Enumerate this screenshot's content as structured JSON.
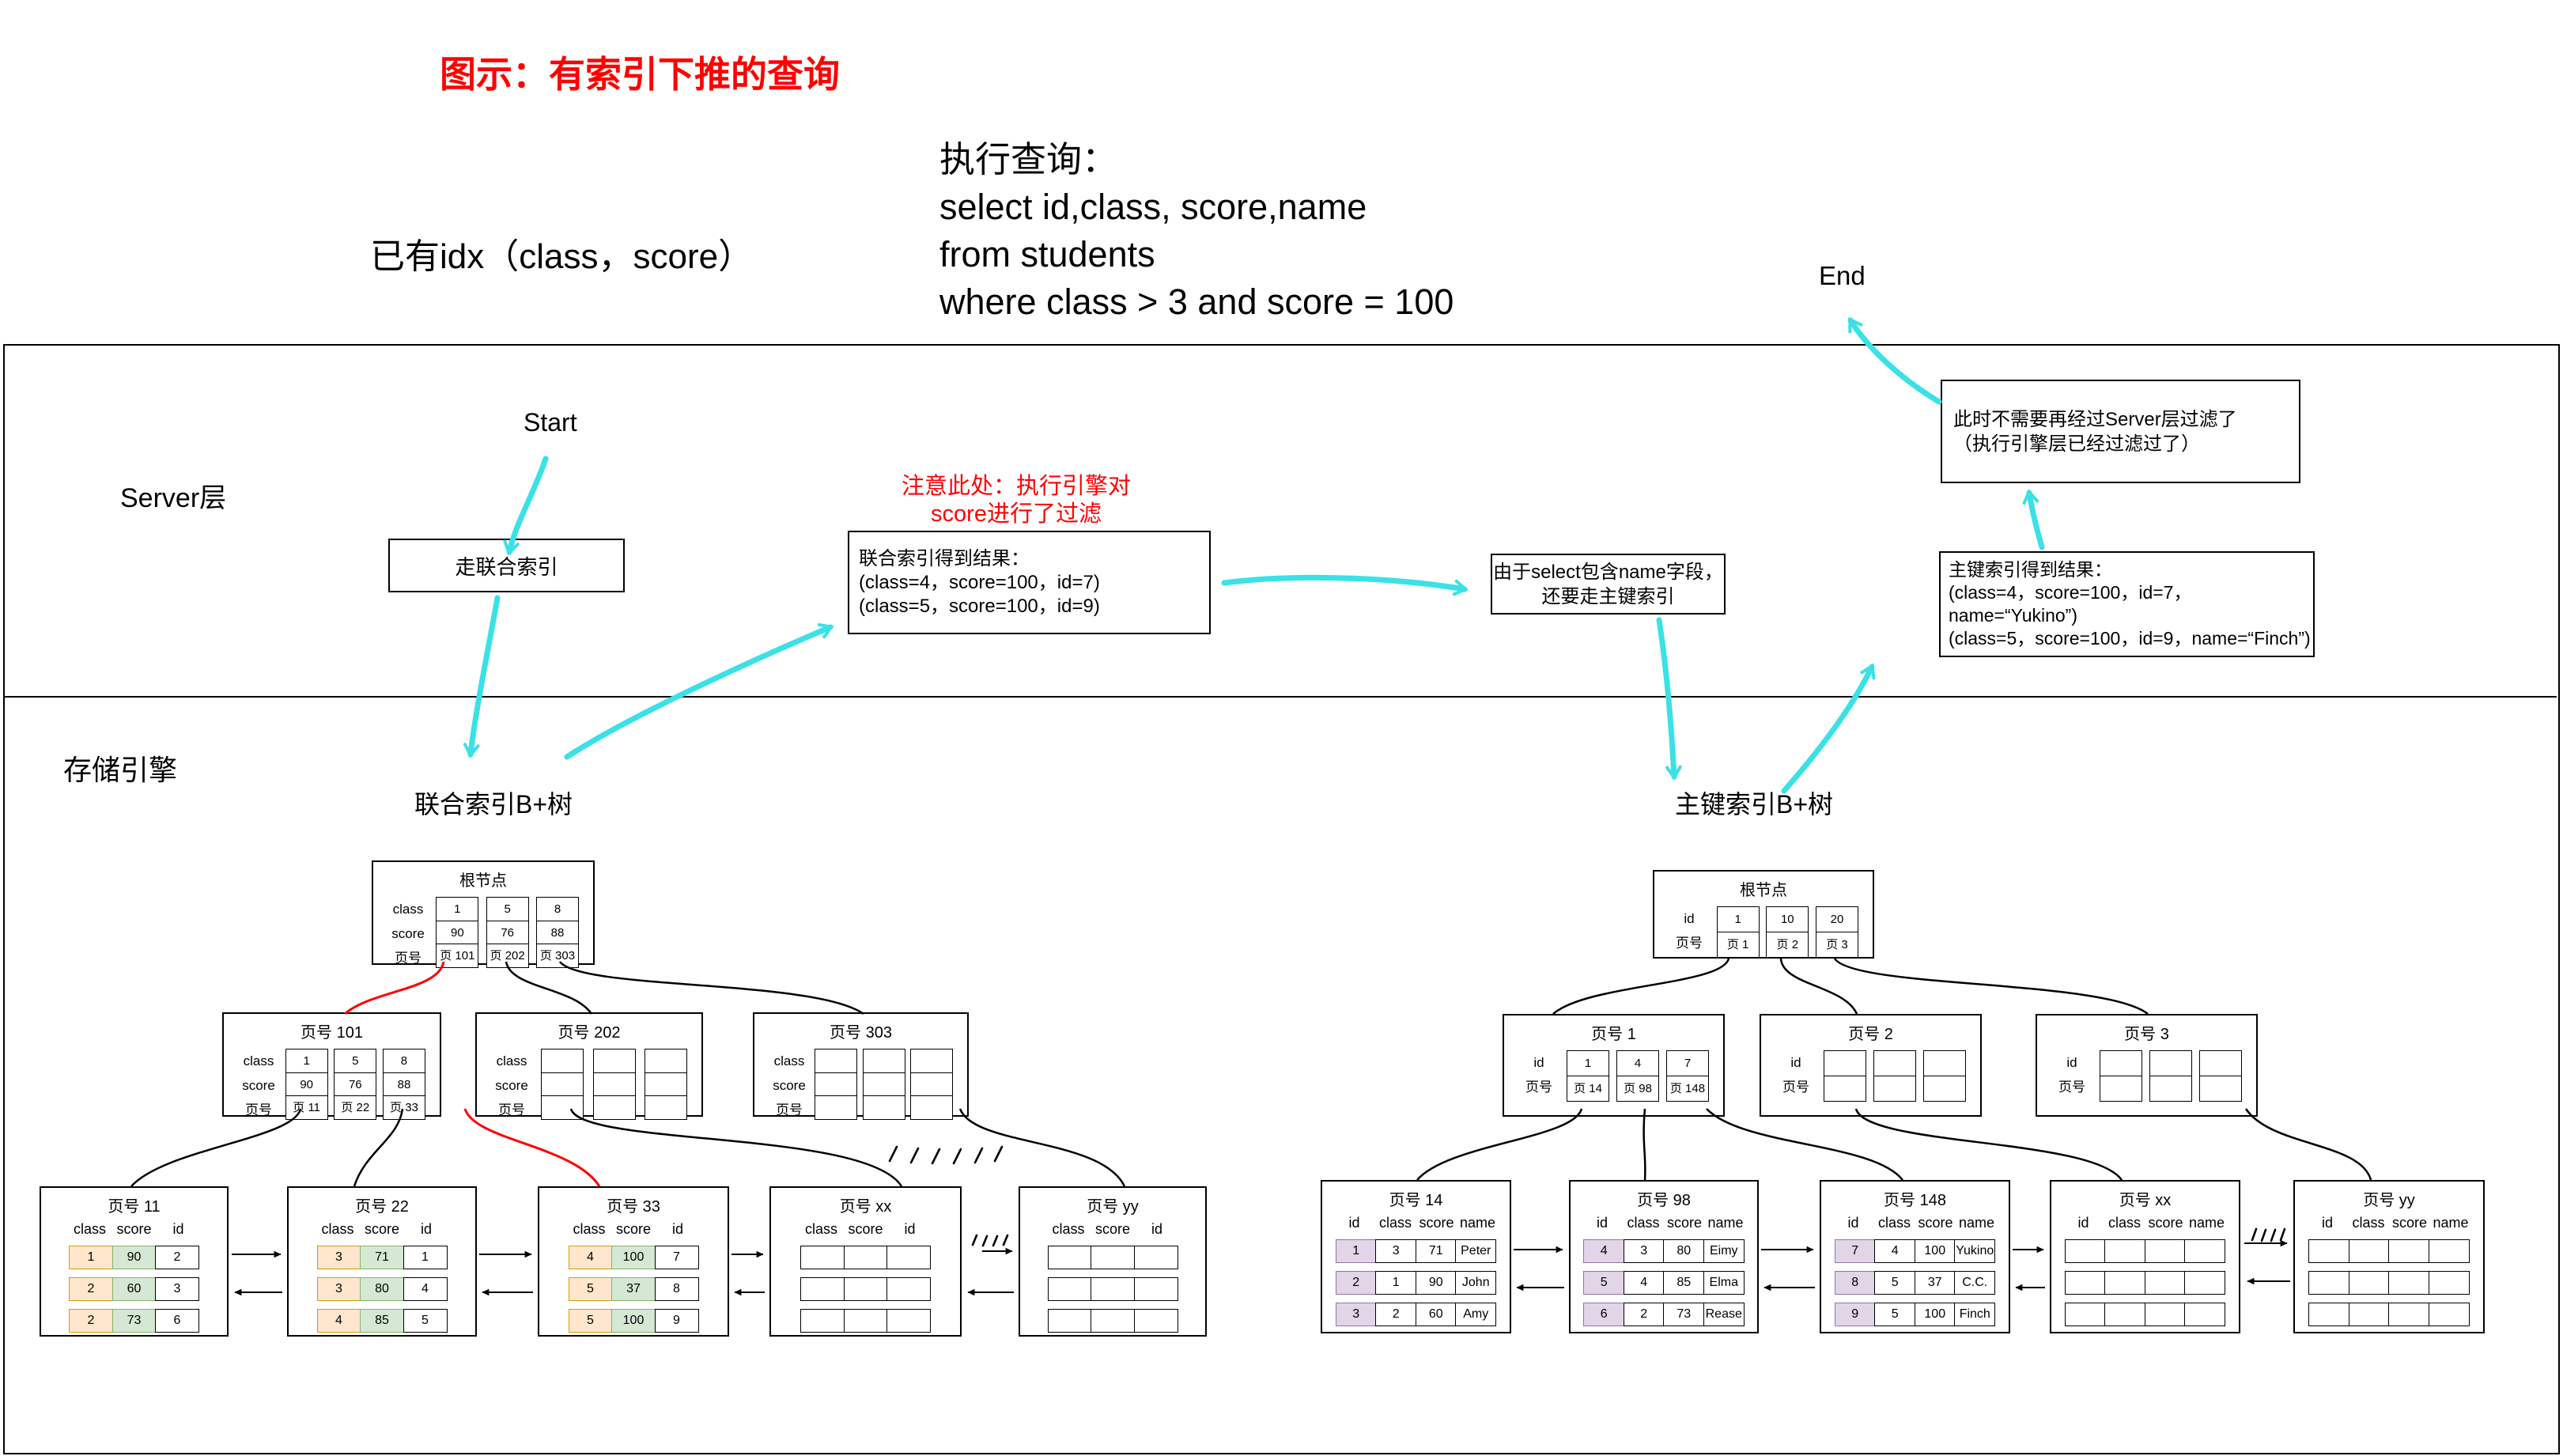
{
  "page": {
    "title_red": "图示：有索引下推的查询",
    "idx_note": "已有idx（class，score）",
    "query_lines": [
      "执行查询：",
      "select id,class, score,name",
      "from students",
      "where class > 3 and score = 100"
    ],
    "start_label": "Start",
    "end_label": "End",
    "server_layer_label": "Server层",
    "storage_engine_label": "存储引擎"
  },
  "flow": {
    "union_index_box": "走联合索引",
    "red_note_lines": [
      "注意此处：执行引擎对",
      "score进行了过滤"
    ],
    "union_result_lines": [
      "联合索引得到结果：",
      "(class=4，score=100，id=7)",
      "(class=5，score=100，id=9)"
    ],
    "select_name_lines": [
      "由于select包含name字段，",
      "还要走主键索引"
    ],
    "pk_result_lines": [
      "主键索引得到结果：",
      "(class=4，score=100，id=7，name=“Yukino”)",
      "(class=5，score=100，id=9，name=“Finch”)"
    ],
    "no_server_filter_lines": [
      "此时不需要再经过Server层过滤了",
      "（执行引擎层已经过滤过了）"
    ]
  },
  "colors": {
    "accent_cyan": "#3ae1e6",
    "highlight_red": "#ff0000",
    "cell_orange_fill": "#ffe6cc",
    "cell_orange_border": "#d79b00",
    "cell_green_fill": "#d5e8d4",
    "cell_green_border": "#82b366",
    "cell_purple_fill": "#e1d5e7",
    "cell_purple_border": "#9673a6"
  },
  "trees": {
    "left": {
      "label": "联合索引B+树",
      "root": {
        "title": "根节点",
        "row_labels": [
          "class",
          "score",
          "页号"
        ],
        "columns": [
          [
            "1",
            "90",
            "页 101"
          ],
          [
            "5",
            "76",
            "页 202"
          ],
          [
            "8",
            "88",
            "页 303"
          ]
        ]
      },
      "internal": [
        {
          "title": "页号 101",
          "row_labels": [
            "class",
            "score",
            "页号"
          ],
          "columns": [
            [
              "1",
              "90",
              "页 11"
            ],
            [
              "5",
              "76",
              "页 22"
            ],
            [
              "8",
              "88",
              "页 33"
            ]
          ]
        },
        {
          "title": "页号 202",
          "row_labels": [
            "class",
            "score",
            "页号"
          ],
          "columns": [
            [
              "",
              "",
              ""
            ],
            [
              "",
              "",
              ""
            ],
            [
              "",
              "",
              ""
            ]
          ]
        },
        {
          "title": "页号 303",
          "row_labels": [
            "class",
            "score",
            "页号"
          ],
          "columns": [
            [
              "",
              "",
              ""
            ],
            [
              "",
              "",
              ""
            ],
            [
              "",
              "",
              ""
            ]
          ]
        }
      ],
      "leaves": [
        {
          "title": "页号 11",
          "headers": [
            "class",
            "score",
            "id"
          ],
          "rows": [
            [
              "1",
              "90",
              "2"
            ],
            [
              "2",
              "60",
              "3"
            ],
            [
              "2",
              "73",
              "6"
            ]
          ],
          "cell_colors": [
            [
              "#ffe6cc",
              "#d79b00"
            ],
            [
              "#d5e8d4",
              "#82b366"
            ],
            null
          ]
        },
        {
          "title": "页号 22",
          "headers": [
            "class",
            "score",
            "id"
          ],
          "rows": [
            [
              "3",
              "71",
              "1"
            ],
            [
              "3",
              "80",
              "4"
            ],
            [
              "4",
              "85",
              "5"
            ]
          ],
          "cell_colors": [
            [
              "#ffe6cc",
              "#d79b00"
            ],
            [
              "#d5e8d4",
              "#82b366"
            ],
            null
          ]
        },
        {
          "title": "页号 33",
          "headers": [
            "class",
            "score",
            "id"
          ],
          "rows": [
            [
              "4",
              "100",
              "7"
            ],
            [
              "5",
              "37",
              "8"
            ],
            [
              "5",
              "100",
              "9"
            ]
          ],
          "cell_colors": [
            [
              "#ffe6cc",
              "#d79b00"
            ],
            [
              "#d5e8d4",
              "#82b366"
            ],
            null
          ]
        },
        {
          "title": "页号 xx",
          "headers": [
            "class",
            "score",
            "id"
          ],
          "rows": [
            [
              "",
              "",
              ""
            ],
            [
              "",
              "",
              ""
            ],
            [
              "",
              "",
              ""
            ]
          ],
          "cell_colors": [
            null,
            null,
            null
          ]
        },
        {
          "title": "页号 yy",
          "headers": [
            "class",
            "score",
            "id"
          ],
          "rows": [
            [
              "",
              "",
              ""
            ],
            [
              "",
              "",
              ""
            ],
            [
              "",
              "",
              ""
            ]
          ],
          "cell_colors": [
            null,
            null,
            null
          ]
        }
      ]
    },
    "right": {
      "label": "主键索引B+树",
      "root": {
        "title": "根节点",
        "row_labels": [
          "id",
          "页号"
        ],
        "columns": [
          [
            "1",
            "页 1"
          ],
          [
            "10",
            "页 2"
          ],
          [
            "20",
            "页 3"
          ]
        ]
      },
      "internal": [
        {
          "title": "页号 1",
          "row_labels": [
            "id",
            "页号"
          ],
          "columns": [
            [
              "1",
              "页 14"
            ],
            [
              "4",
              "页 98"
            ],
            [
              "7",
              "页 148"
            ]
          ]
        },
        {
          "title": "页号 2",
          "row_labels": [
            "id",
            "页号"
          ],
          "columns": [
            [
              "",
              ""
            ],
            [
              "",
              ""
            ],
            [
              "",
              ""
            ]
          ]
        },
        {
          "title": "页号 3",
          "row_labels": [
            "id",
            "页号"
          ],
          "columns": [
            [
              "",
              ""
            ],
            [
              "",
              ""
            ],
            [
              "",
              ""
            ]
          ]
        }
      ],
      "leaves": [
        {
          "title": "页号 14",
          "headers": [
            "id",
            "class",
            "score",
            "name"
          ],
          "rows": [
            [
              "1",
              "3",
              "71",
              "Peter"
            ],
            [
              "2",
              "1",
              "90",
              "John"
            ],
            [
              "3",
              "2",
              "60",
              "Amy"
            ]
          ],
          "cell_colors": [
            [
              "#e1d5e7",
              "#9673a6"
            ],
            null,
            null,
            null
          ]
        },
        {
          "title": "页号 98",
          "headers": [
            "id",
            "class",
            "score",
            "name"
          ],
          "rows": [
            [
              "4",
              "3",
              "80",
              "Eimy"
            ],
            [
              "5",
              "4",
              "85",
              "Elma"
            ],
            [
              "6",
              "2",
              "73",
              "Rease"
            ]
          ],
          "cell_colors": [
            [
              "#e1d5e7",
              "#9673a6"
            ],
            null,
            null,
            null
          ]
        },
        {
          "title": "页号 148",
          "headers": [
            "id",
            "class",
            "score",
            "name"
          ],
          "rows": [
            [
              "7",
              "4",
              "100",
              "Yukino"
            ],
            [
              "8",
              "5",
              "37",
              "C.C."
            ],
            [
              "9",
              "5",
              "100",
              "Finch"
            ]
          ],
          "cell_colors": [
            [
              "#e1d5e7",
              "#9673a6"
            ],
            null,
            null,
            null
          ]
        },
        {
          "title": "页号 xx",
          "headers": [
            "id",
            "class",
            "score",
            "name"
          ],
          "rows": [
            [
              "",
              "",
              "",
              ""
            ],
            [
              "",
              "",
              "",
              ""
            ],
            [
              "",
              "",
              "",
              ""
            ]
          ],
          "cell_colors": [
            null,
            null,
            null,
            null
          ]
        },
        {
          "title": "页号 yy",
          "headers": [
            "id",
            "class",
            "score",
            "name"
          ],
          "rows": [
            [
              "",
              "",
              "",
              ""
            ],
            [
              "",
              "",
              "",
              ""
            ],
            [
              "",
              "",
              "",
              ""
            ]
          ],
          "cell_colors": [
            null,
            null,
            null,
            null
          ]
        }
      ]
    }
  }
}
